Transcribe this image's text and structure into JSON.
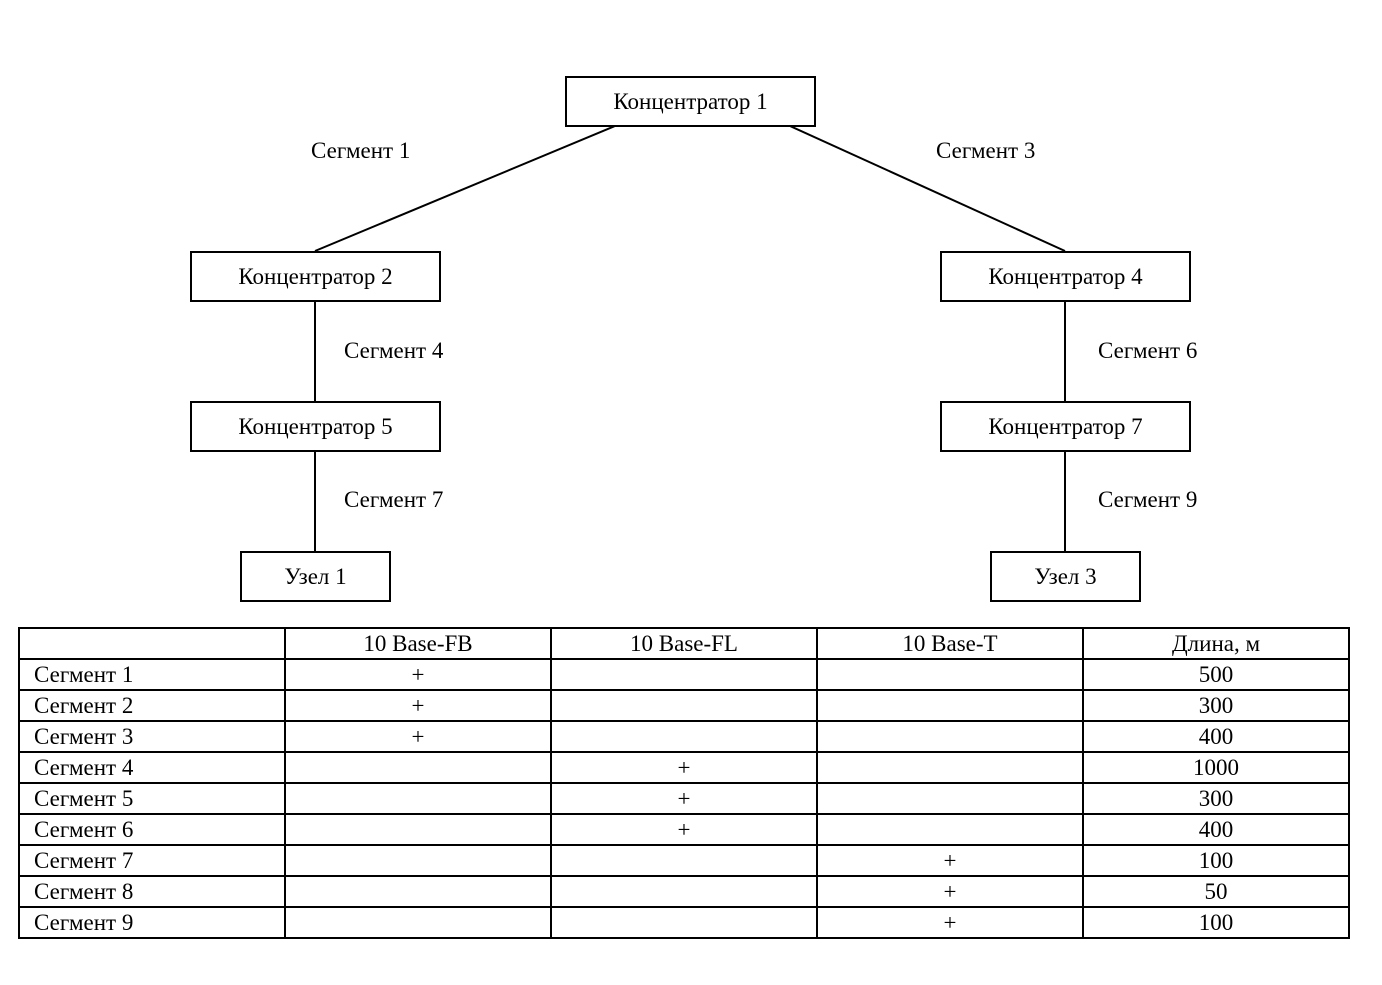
{
  "diagram": {
    "nodes": [
      {
        "id": "hub1",
        "label": "Концентратор 1"
      },
      {
        "id": "hub2",
        "label": "Концентратор 2"
      },
      {
        "id": "hub4",
        "label": "Концентратор 4"
      },
      {
        "id": "hub5",
        "label": "Концентратор 5"
      },
      {
        "id": "hub7",
        "label": "Концентратор 7"
      },
      {
        "id": "node1",
        "label": "Узел 1"
      },
      {
        "id": "node3",
        "label": "Узел 3"
      }
    ],
    "edges": [
      {
        "from": "hub1",
        "to": "hub2",
        "label": "Сегмент 1"
      },
      {
        "from": "hub1",
        "to": "hub4",
        "label": "Сегмент 3"
      },
      {
        "from": "hub2",
        "to": "hub5",
        "label": "Сегмент 4"
      },
      {
        "from": "hub4",
        "to": "hub7",
        "label": "Сегмент 6"
      },
      {
        "from": "hub5",
        "to": "node1",
        "label": "Сегмент 7"
      },
      {
        "from": "hub7",
        "to": "node3",
        "label": "Сегмент 9"
      }
    ]
  },
  "table": {
    "headers": [
      "",
      "10 Base-FB",
      "10 Base-FL",
      "10 Base-T",
      "Длина, м"
    ],
    "rows": [
      [
        "Сегмент 1",
        "+",
        "",
        "",
        "500"
      ],
      [
        "Сегмент 2",
        "+",
        "",
        "",
        "300"
      ],
      [
        "Сегмент 3",
        "+",
        "",
        "",
        "400"
      ],
      [
        "Сегмент 4",
        "",
        "+",
        "",
        "1000"
      ],
      [
        "Сегмент 5",
        "",
        "+",
        "",
        "300"
      ],
      [
        "Сегмент 6",
        "",
        "+",
        "",
        "400"
      ],
      [
        "Сегмент 7",
        "",
        "",
        "+",
        "100"
      ],
      [
        "Сегмент 8",
        "",
        "",
        "+",
        "50"
      ],
      [
        "Сегмент 9",
        "",
        "",
        "+",
        "100"
      ]
    ]
  }
}
